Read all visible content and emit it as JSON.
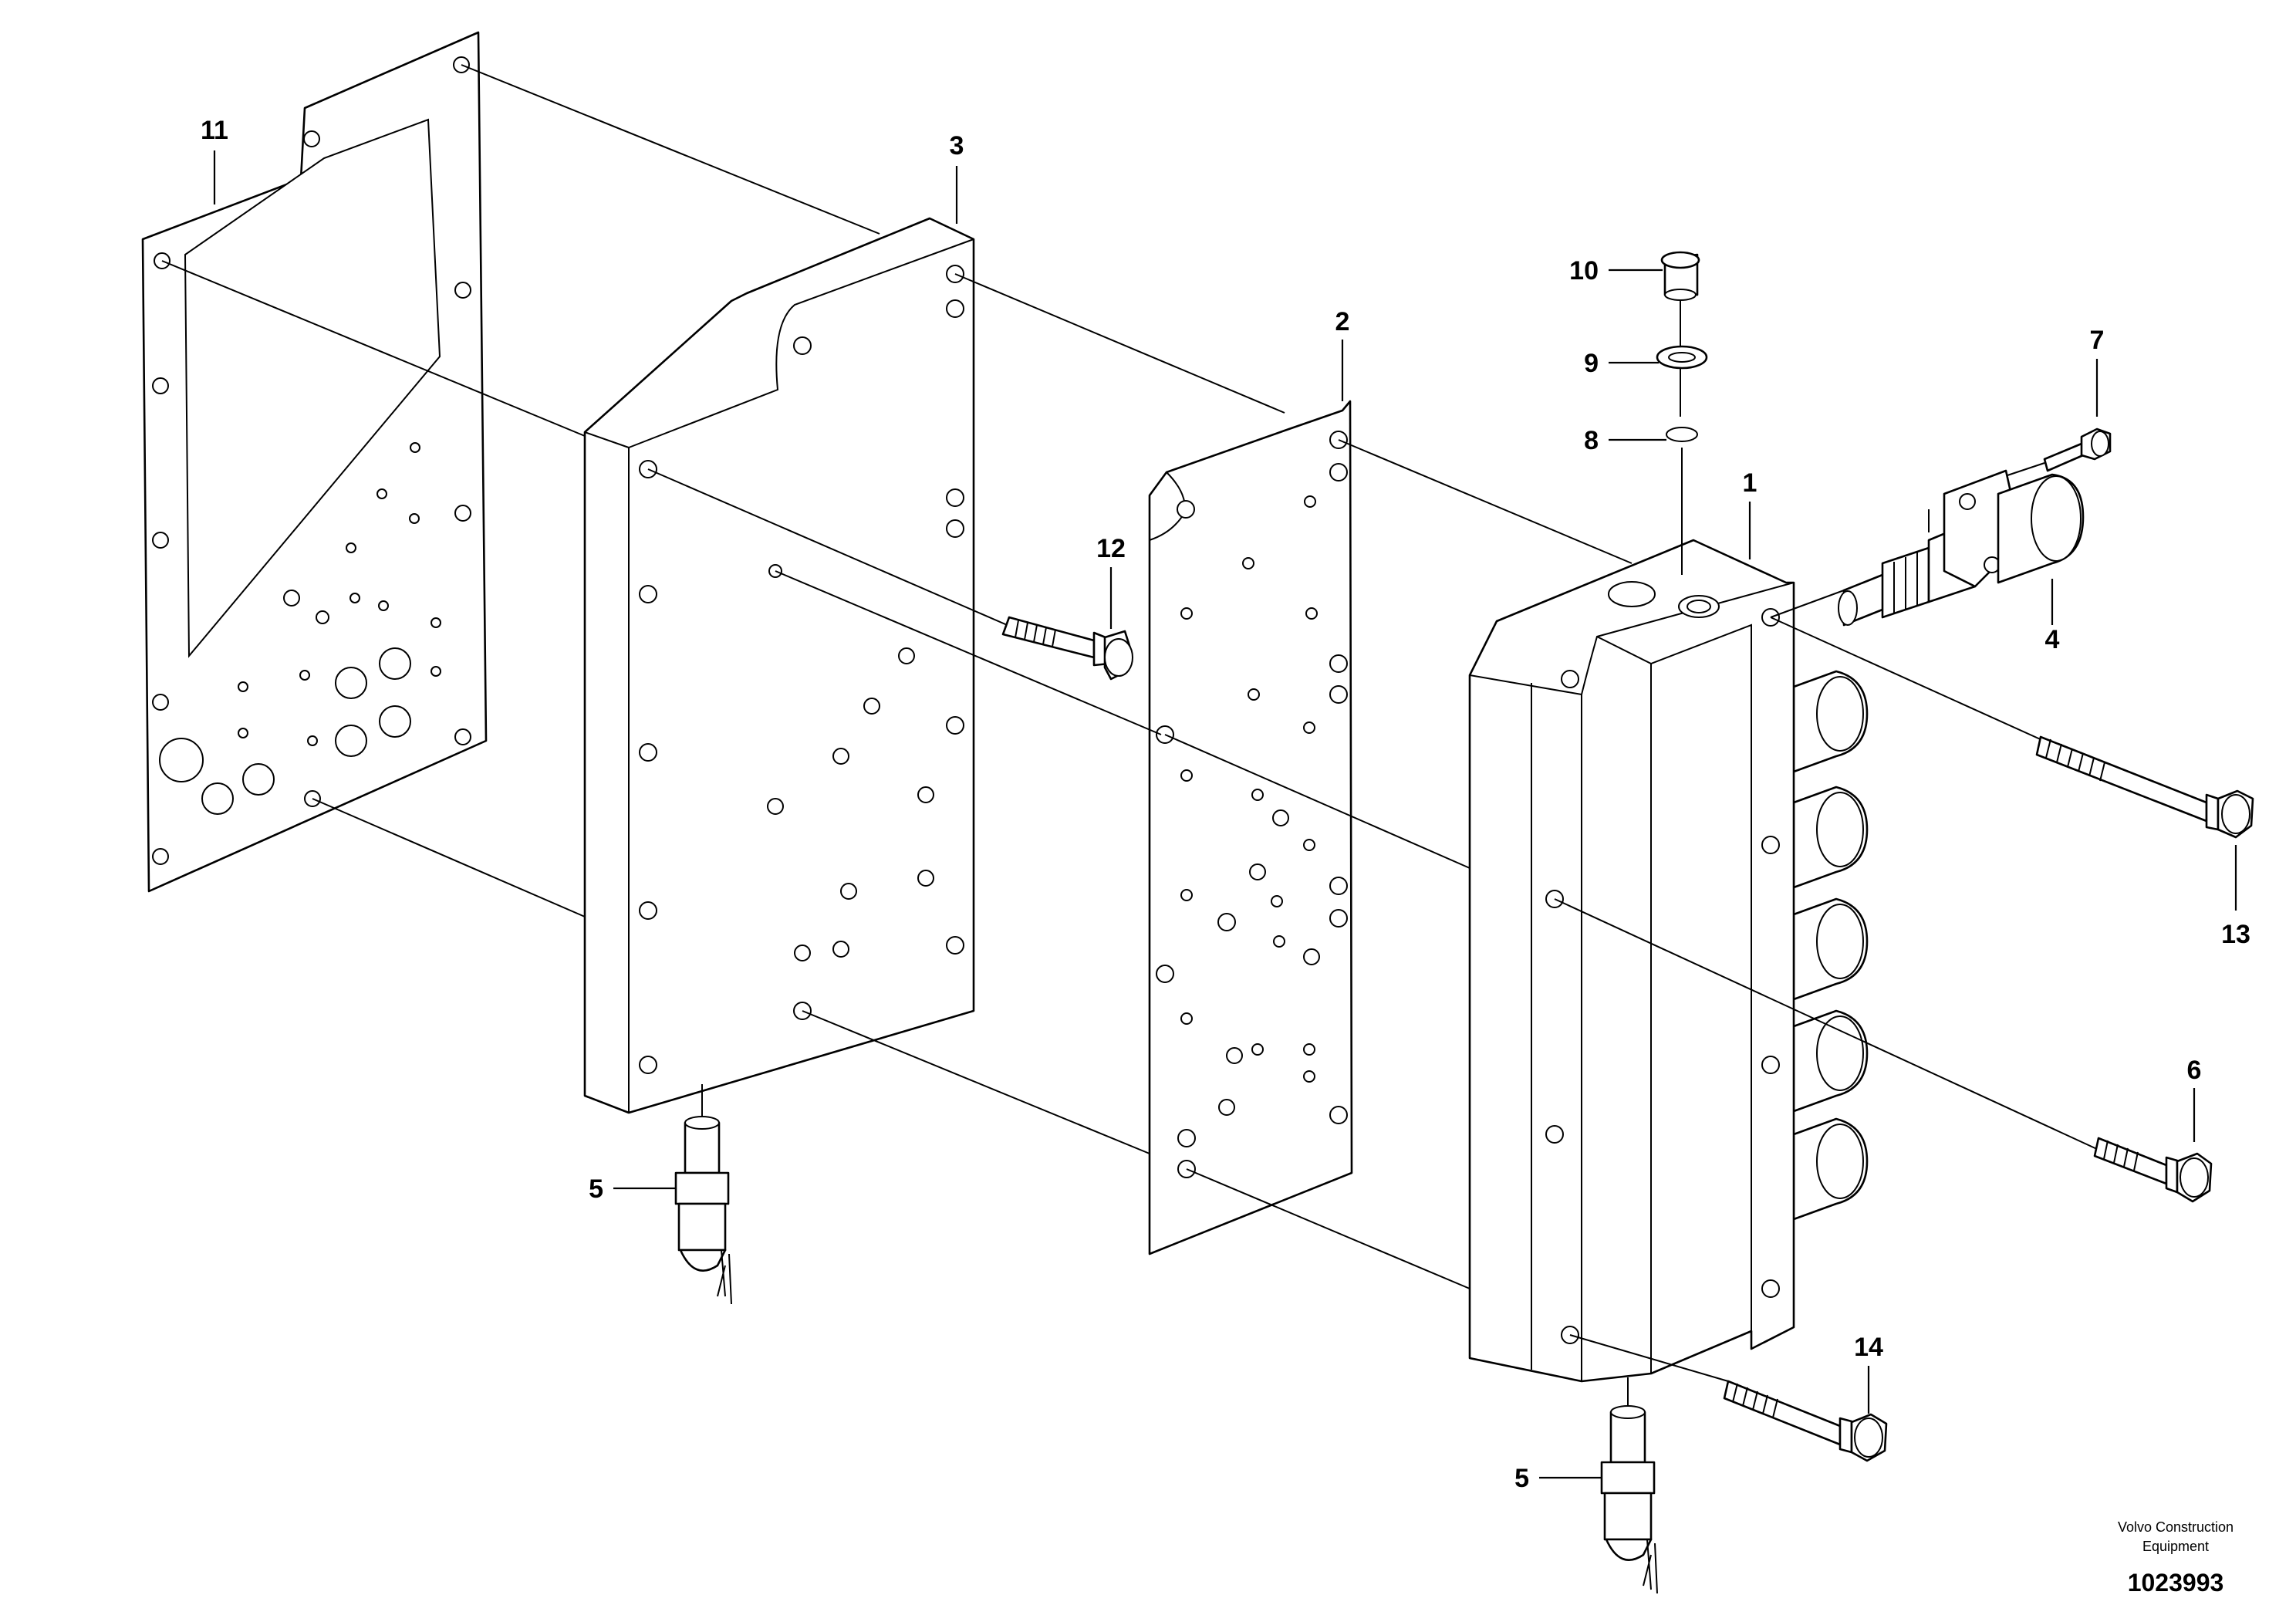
{
  "callouts": {
    "c1": "1",
    "c2": "2",
    "c3": "3",
    "c4": "4",
    "c5a": "5",
    "c5b": "5",
    "c6": "6",
    "c7": "7",
    "c8": "8",
    "c9": "9",
    "c10": "10",
    "c11": "11",
    "c12": "12",
    "c13": "13",
    "c14": "14"
  },
  "footer": {
    "credit_line1": "Volvo Construction",
    "credit_line2": "Equipment",
    "drawing_number": "1023993"
  }
}
